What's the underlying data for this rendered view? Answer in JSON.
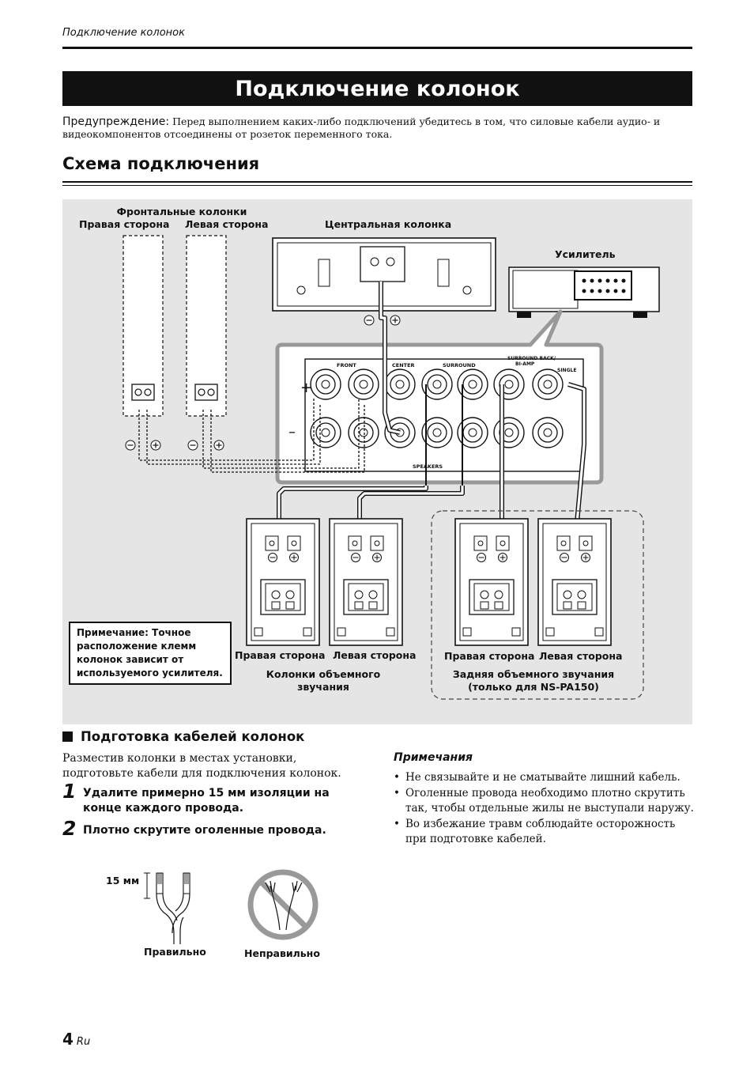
{
  "header": {
    "running_title": "Подключение колонок"
  },
  "title": "Подключение колонок",
  "warning": {
    "label": "Предупреждение:",
    "text": "Перед выполнением каких-либо подключений убедитесь в том, что силовые кабели аудио- и видеокомпонентов отсоединены от розеток переменного тока."
  },
  "section_title": "Схема подключения",
  "diagram": {
    "front_title": "Фронтальные колонки",
    "front_right": "Правая сторона",
    "front_left": "Левая сторона",
    "center": "Центральная колонка",
    "amplifier": "Усилитель",
    "surround_right": "Правая сторона",
    "surround_left": "Левая сторона",
    "surround_caption_1": "Колонки объемного",
    "surround_caption_2": "звучания",
    "rear_right": "Правая сторона",
    "rear_left": "Левая сторона",
    "rear_caption_1": "Задняя объемного звучания",
    "rear_caption_2": "(только для NS-PA150)",
    "panel_front": "FRONT",
    "panel_center": "CENTER",
    "panel_surround": "SURROUND",
    "panel_surround_back": "SURROUND BACK/",
    "panel_biamp": "BI-AMP",
    "panel_single": "SINGLE",
    "panel_speakers": "SPEAKERS",
    "plus": "+",
    "minus": "–",
    "note_box": "Примечание: Точное расположение клемм колонок зависит от используемого усилителя."
  },
  "prep": {
    "title": "Подготовка кабелей колонок",
    "intro": "Разместив колонки в местах установки, подготовьте кабели для подключения колонок.",
    "steps": [
      {
        "num": "1",
        "text": "Удалите примерно 15 мм изоляции на конце каждого провода."
      },
      {
        "num": "2",
        "text": "Плотно скрутите оголенные провода."
      }
    ],
    "fig_measure": "15 мм",
    "fig_correct": "Правильно",
    "fig_incorrect": "Неправильно"
  },
  "notes": {
    "title": "Примечания",
    "items": [
      "Не связывайте и не сматывайте лишний кабель.",
      "Оголенные провода необходимо плотно скрутить так, чтобы отдельные жилы не выступали наружу.",
      "Во избежание травм соблюдайте осторожность при подготовке кабелей."
    ]
  },
  "footer": {
    "page": "4",
    "lang": "Ru"
  }
}
